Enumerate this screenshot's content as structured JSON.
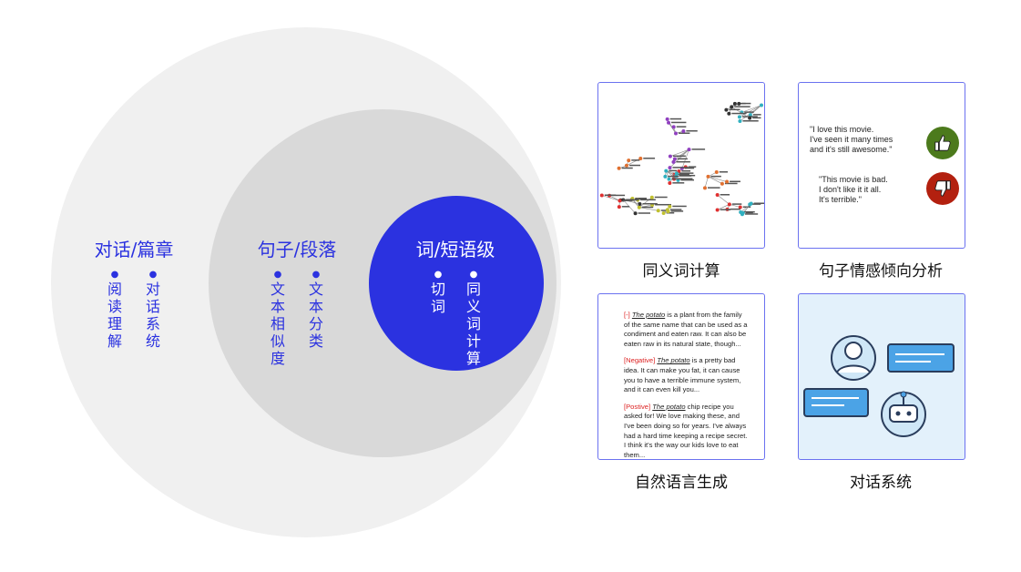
{
  "levels": [
    {
      "title": "对话/篇章",
      "items": [
        "阅读理解",
        "对话系统"
      ]
    },
    {
      "title": "句子/段落",
      "items": [
        "文本相似度",
        "文本分类"
      ]
    },
    {
      "title": "词/短语级",
      "items": [
        "切词",
        "同义词计算"
      ]
    }
  ],
  "cards": [
    {
      "caption": "同义词计算",
      "image": "word-graph"
    },
    {
      "caption": "句子情感倾向分析",
      "positive": "\"I love this movie.\nI've seen it many times\nand it's still awesome.\"",
      "negative": "\"This movie is bad.\nI don't like it it all.\nIt's terrible.\""
    },
    {
      "caption": "自然语言生成",
      "paras": [
        {
          "tag": "[-]",
          "subject": "The potato",
          "text": " is a plant from the family of the same name that can be used as a condiment and eaten raw. It can also be eaten raw in its natural state, though..."
        },
        {
          "tag": "[Negative]",
          "subject": "The potato",
          "text": " is a pretty bad idea. It can make you fat, it can cause you to have a terrible immune system, and it can even kill you..."
        },
        {
          "tag": "[Postive]",
          "subject": "The potato",
          "text": " chip recipe you asked for! We love making these, and I've been doing so for years. I've always had a hard time keeping a recipe secret. I think it's the way our kids love to eat them..."
        }
      ]
    },
    {
      "caption": "对话系统",
      "image": "chatbot-illustration"
    }
  ],
  "colors": {
    "accent": "#2b32e0",
    "outer": "#f0f0f0",
    "middle": "#d9d9d9"
  }
}
